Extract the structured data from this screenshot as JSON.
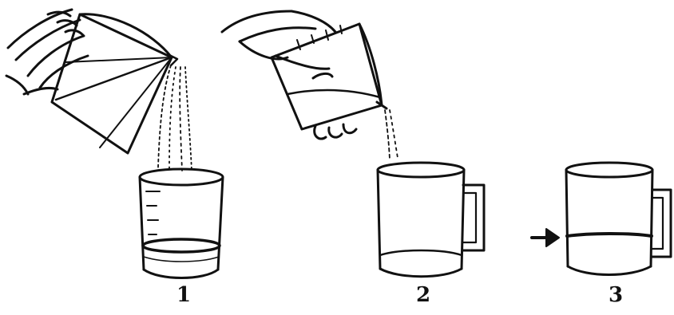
{
  "steps": [
    {
      "label": "1",
      "description_icon": "measuring-jug-pouring-into-beaker"
    },
    {
      "label": "2",
      "description_icon": "measuring-cup-pouring-into-mug"
    },
    {
      "label": "3",
      "description_icon": "mug-with-arrow-marking-level"
    }
  ],
  "colors": {
    "ink": "#111111",
    "background": "#ffffff"
  }
}
